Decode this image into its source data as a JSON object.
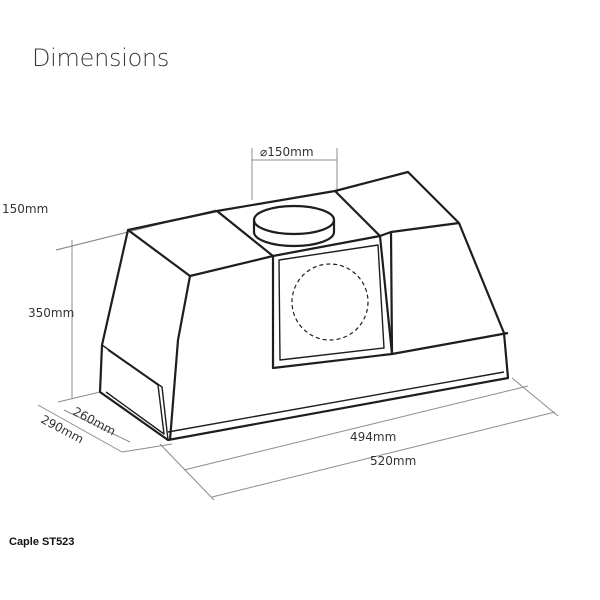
{
  "title": "Dimensions",
  "caption": "Caple ST523",
  "dimensions": {
    "duct_diameter": "⌀150mm",
    "top_height": "150mm",
    "body_height": "350mm",
    "inner_depth": "260mm",
    "outer_depth": "290mm",
    "inner_width": "494mm",
    "outer_width": "520mm"
  },
  "colors": {
    "outline": "#1e1e1e",
    "dimension_line": "#8c8c8c",
    "text": "#333333"
  }
}
